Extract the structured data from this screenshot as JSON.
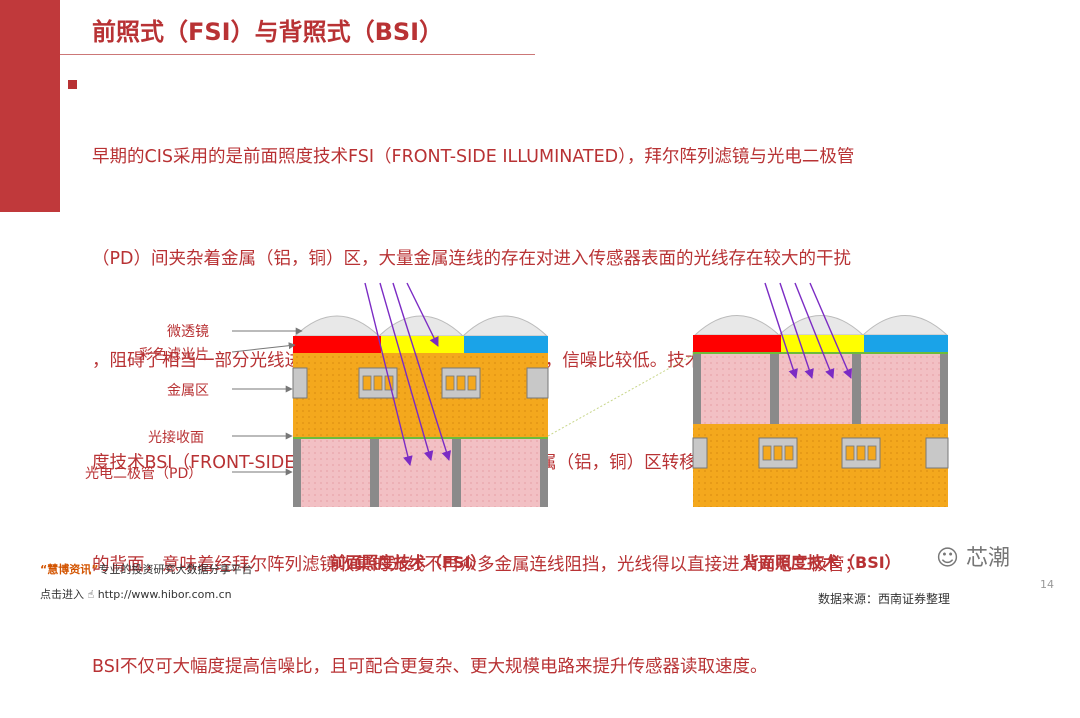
{
  "title": "前照式（FSI）与背照式（BSI）",
  "body_lines": [
    "早期的CIS采用的是前面照度技术FSI（FRONT-SIDE ILLUMINATED），拜尔阵列滤镜与光电二极管",
    "（PD）间夹杂着金属（铝，铜）区，大量金属连线的存在对进入传感器表面的光线存在较大的干扰",
    "，阻碍了相当一部分光线进入到下一层的光电二极管（PD），信噪比较低。技术改进后，在背面照",
    "度技术BSI（FRONT-SIDE ILLUMINATED）的结构下，金属（铝，铜）区转移到光电二极管（PD）",
    "的背面，意味着经拜尔阵列滤镜收集的光线不再众多金属连线阻挡，光线得以直接进入光电二极管；",
    "BSI不仅可大幅度提高信噪比，且可配合更复杂、更大规模电路来提升传感器读取速度。"
  ],
  "diagram_labels": [
    "微透镜",
    "彩色滤光片",
    "金属区",
    "光接收面",
    "光电二极管（PD）"
  ],
  "captions": {
    "fsi": "前面照度技术（FSI）",
    "bsi": "背面照度技术（BSI）"
  },
  "footer": {
    "brand": "“慧博资讯”",
    "tagline": "专业的投资研究大数据分享平台",
    "link_prefix": "点击进入",
    "url": "http://www.hibor.com.cn"
  },
  "watermark": "芯潮",
  "page_number": "14",
  "source": "数据来源：西南证券整理",
  "colors": {
    "accent": "#c0393b",
    "metal": "#f4a81d",
    "photodiode": "#f2c0c4",
    "filter_red": "#ff0000",
    "filter_yellow": "#ffff00",
    "filter_blue": "#1aa3e8",
    "interface_line": "#6dbb3a",
    "arrow": "#7b2bc4"
  },
  "icons": [
    "hand-pointer-icon",
    "wechat-icon"
  ]
}
